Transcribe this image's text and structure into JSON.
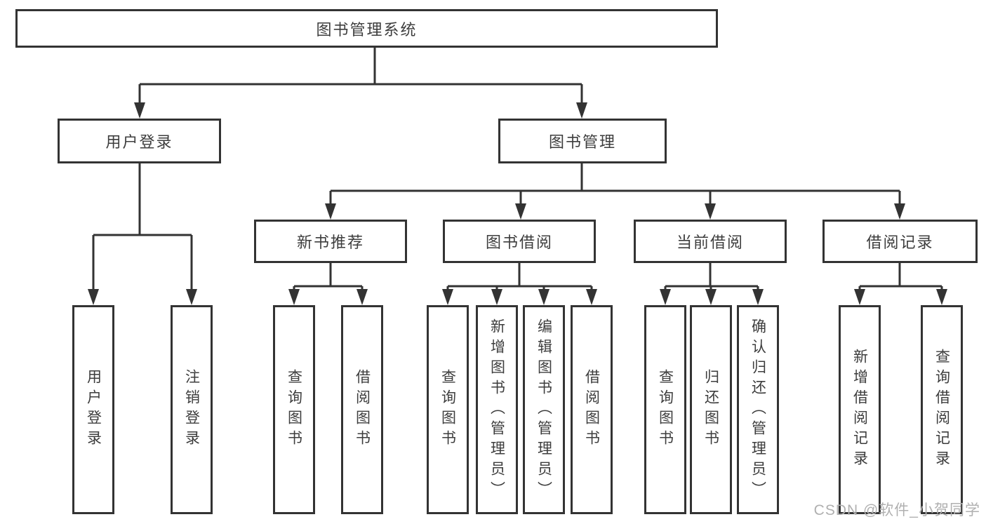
{
  "tree": {
    "label": "图书管理系统",
    "children": [
      {
        "label": "用户登录",
        "children": [
          {
            "label": "用户登录"
          },
          {
            "label": "注销登录"
          }
        ]
      },
      {
        "label": "图书管理",
        "children": [
          {
            "label": "新书推荐",
            "children": [
              {
                "label": "查询图书"
              },
              {
                "label": "借阅图书"
              }
            ]
          },
          {
            "label": "图书借阅",
            "children": [
              {
                "label": "查询图书"
              },
              {
                "label": "新增图书（管理员）"
              },
              {
                "label": "编辑图书（管理员）"
              },
              {
                "label": "借阅图书"
              }
            ]
          },
          {
            "label": "当前借阅",
            "children": [
              {
                "label": "查询图书"
              },
              {
                "label": "归还图书"
              },
              {
                "label": "确认归还（管理员）"
              }
            ]
          },
          {
            "label": "借阅记录",
            "children": [
              {
                "label": "新增借阅记录"
              },
              {
                "label": "查询借阅记录"
              }
            ]
          }
        ]
      }
    ]
  },
  "watermark": {
    "text": "CSDN @软件_小贺同学"
  },
  "colors": {
    "line": "#333333",
    "text": "#3d3d3d",
    "watermark": "#b0b0b0",
    "background": "#ffffff"
  }
}
